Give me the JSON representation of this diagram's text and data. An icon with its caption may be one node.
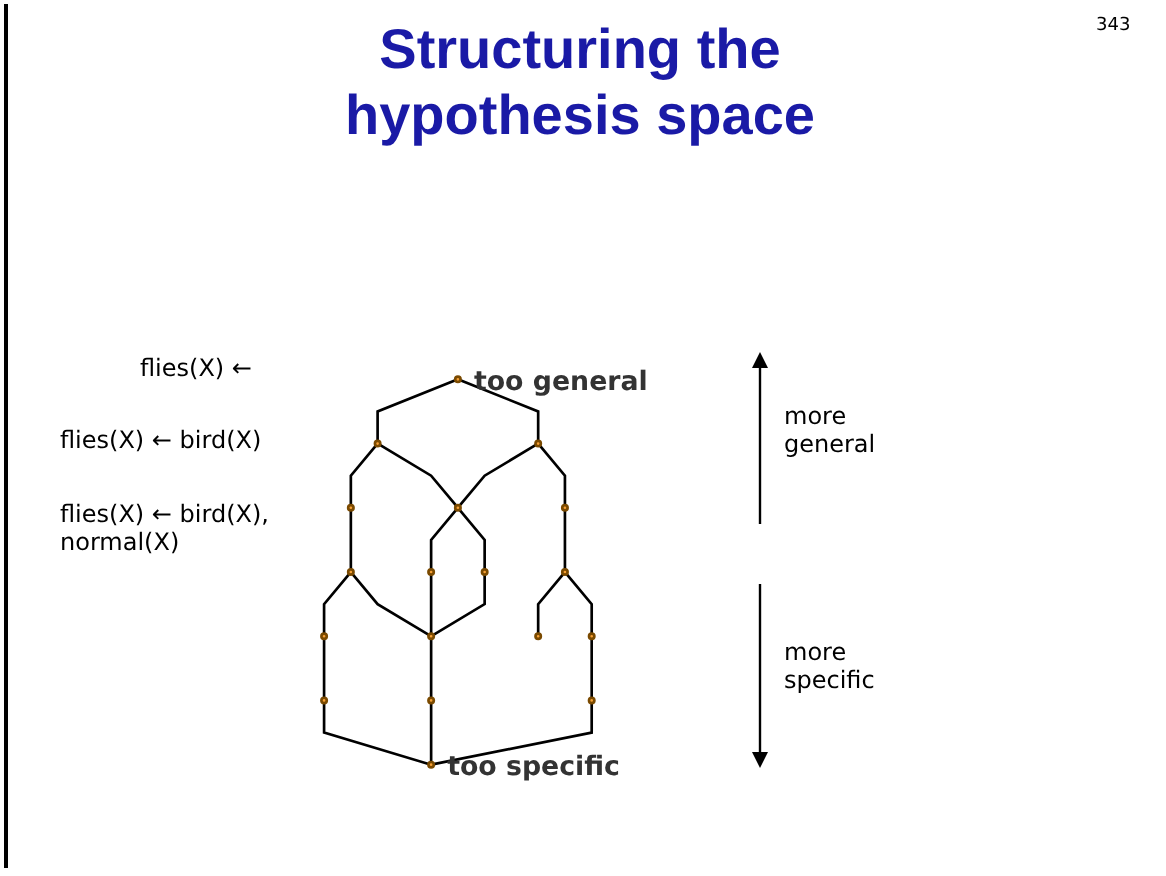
{
  "diagram": {
    "title": "Structuring the hypothesis space",
    "nodes": [
      {
        "text": [],
        "shape": "circle",
        "beside": [
          "too general"
        ]
      },
      {
        "text": [],
        "shape": "circle"
      },
      {
        "text": [],
        "shape": "circle"
      },
      {
        "text": [],
        "shape": "circle"
      },
      {
        "text": [],
        "shape": "circle"
      },
      {
        "text": [],
        "shape": "circle"
      },
      {
        "text": [],
        "shape": "circle"
      },
      {
        "text": [],
        "shape": "circle"
      },
      {
        "text": [],
        "shape": "circle"
      },
      {
        "text": [],
        "shape": "circle"
      },
      {
        "text": [],
        "shape": "circle"
      },
      {
        "text": [],
        "shape": "circle"
      },
      {
        "text": [],
        "shape": "circle"
      },
      {
        "text": [],
        "shape": "circle"
      },
      {
        "text": [],
        "shape": "circle"
      },
      {
        "text": [],
        "shape": "circle"
      },
      {
        "text": [],
        "shape": "circle"
      },
      {
        "text": [],
        "shape": "circle",
        "beside": [
          "too specific"
        ]
      }
    ],
    "edges": [
      {
        "from": 0,
        "to": 1,
        "arrow": "none"
      },
      {
        "from": 0,
        "to": 2,
        "arrow": "none"
      },
      {
        "from": 1,
        "to": 3,
        "arrow": "none"
      },
      {
        "from": 1,
        "to": 4,
        "arrow": "none"
      },
      {
        "from": 2,
        "to": 4,
        "arrow": "none"
      },
      {
        "from": 2,
        "to": 5,
        "arrow": "none"
      },
      {
        "from": 3,
        "to": 6,
        "arrow": "none"
      },
      {
        "from": 4,
        "to": 7,
        "arrow": "none"
      },
      {
        "from": 4,
        "to": 8,
        "arrow": "none"
      },
      {
        "from": 5,
        "to": 9,
        "arrow": "none"
      },
      {
        "from": 6,
        "to": 10,
        "arrow": "none"
      },
      {
        "from": 6,
        "to": 11,
        "arrow": "none"
      },
      {
        "from": 7,
        "to": 11,
        "arrow": "none"
      },
      {
        "from": 8,
        "to": 11,
        "arrow": "none"
      },
      {
        "from": 9,
        "to": 12,
        "arrow": "none"
      },
      {
        "from": 9,
        "to": 13,
        "arrow": "none"
      },
      {
        "from": 10,
        "to": 14,
        "arrow": "none"
      },
      {
        "from": 11,
        "to": 15,
        "arrow": "none"
      },
      {
        "from": 13,
        "to": 16,
        "arrow": "none"
      },
      {
        "from": 14,
        "to": 17,
        "arrow": "none"
      },
      {
        "from": 15,
        "to": 17,
        "arrow": "none"
      },
      {
        "from": 16,
        "to": 17,
        "arrow": "none"
      }
    ],
    "labels": [
      "343",
      "flies(X) ←",
      "flies(X) ← bird(X)",
      "flies(X) ← bird(X), normal(X)",
      "more general",
      "more specific"
    ]
  }
}
